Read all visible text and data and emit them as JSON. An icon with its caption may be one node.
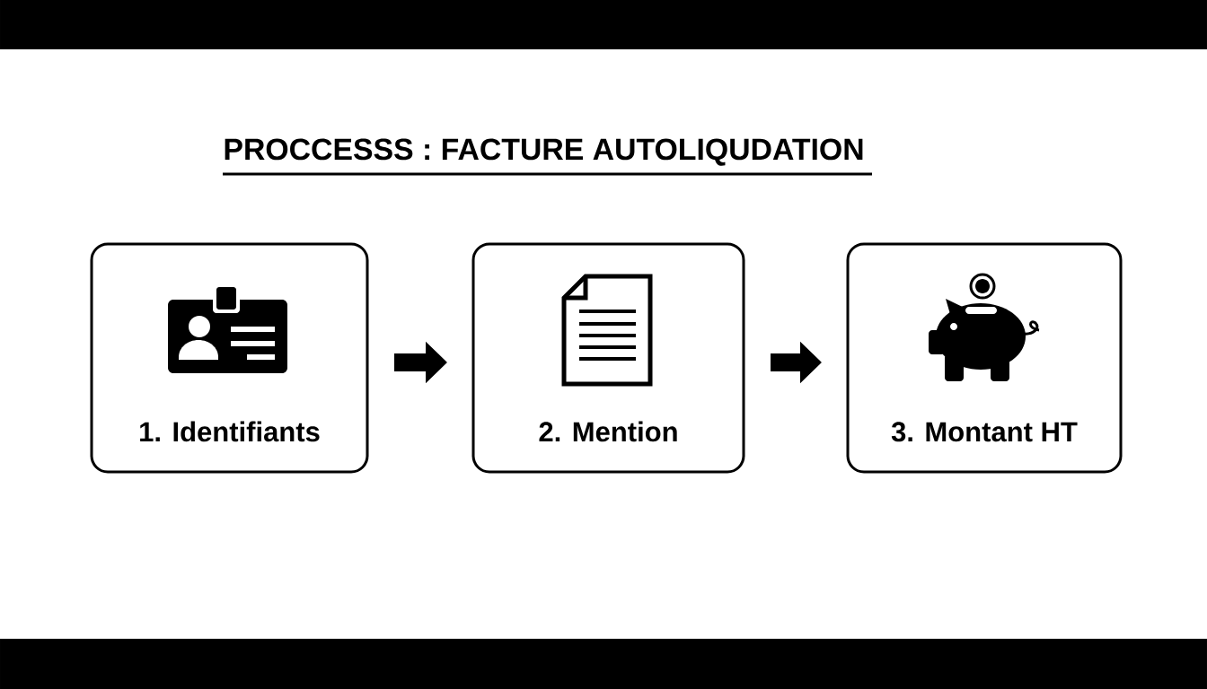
{
  "diagram": {
    "title": "PROCCESSS : FACTURE AUTOLIQUDATION",
    "nodes": [
      {
        "text": [
          "1. Identifiants"
        ]
      },
      {
        "text": [
          "2. Mention"
        ]
      },
      {
        "text": [
          "3. Montant HT"
        ]
      }
    ],
    "edges": [
      {
        "from": 0,
        "to": 1,
        "arrow": "to"
      },
      {
        "from": 1,
        "to": 2,
        "arrow": "to"
      }
    ]
  }
}
